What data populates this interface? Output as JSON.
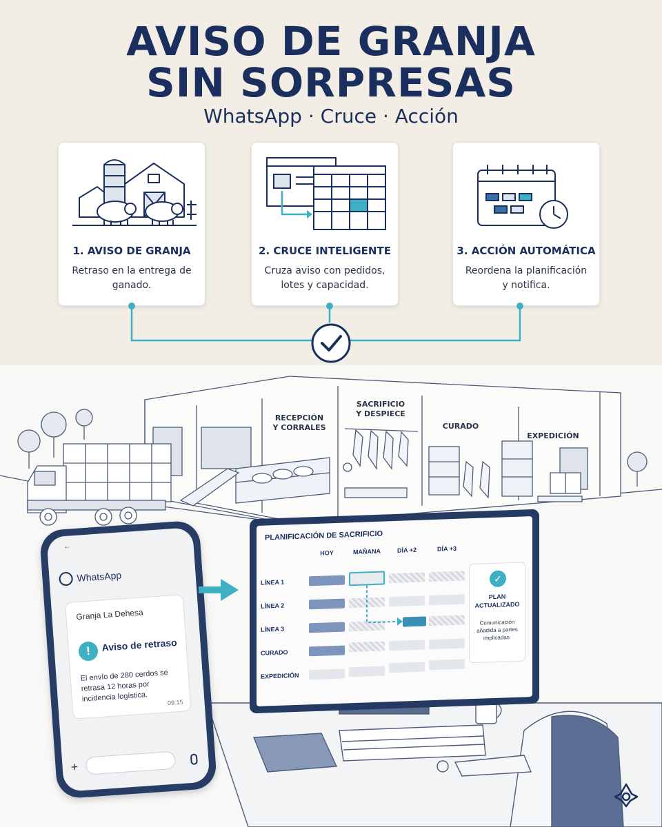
{
  "header": {
    "title_line1": "AVISO DE GRANJA",
    "title_line2": "SIN SORPRESAS",
    "subtitle": "WhatsApp · Cruce · Acción"
  },
  "steps": [
    {
      "title": "1. AVISO DE GRANJA",
      "description": "Retraso en la entrega de ganado.",
      "icon": "farm-icon"
    },
    {
      "title": "2. CRUCE INTELIGENTE",
      "description": "Cruza aviso con pedidos, lotes y capacidad.",
      "icon": "spreadsheet-icon"
    },
    {
      "title": "3. ACCIÓN AUTOMÁTICA",
      "description": "Reordena la planificación y notifica.",
      "icon": "calendar-clock-icon"
    }
  ],
  "plant_zones": [
    {
      "label": "RECEPCIÓN Y CORRALES"
    },
    {
      "label": "SACRIFICIO Y DESPIECE"
    },
    {
      "label": "CURADO"
    },
    {
      "label": "EXPEDICIÓN"
    }
  ],
  "phone": {
    "app_name": "WhatsApp",
    "sender": "Granja La Dehesa",
    "alert_title": "Aviso de retraso",
    "message": "El envío de 280 cerdos se retrasa 12 horas por incidencia logística.",
    "time": "09:15"
  },
  "planning": {
    "title": "PLANIFICACIÓN DE SACRIFICIO",
    "columns": [
      "HOY",
      "MAÑANA",
      "DÍA +2",
      "DÍA +3"
    ],
    "rows": [
      "LÍNEA 1",
      "LÍNEA 2",
      "LÍNEA 3",
      "CURADO",
      "EXPEDICIÓN"
    ],
    "status": "PLAN ACTUALIZADO",
    "note": "Comunicación añadida a partes implicadas."
  },
  "colors": {
    "navy": "#1b2f5e",
    "accent": "#3fb0c4",
    "bar_dark": "#7d94bd"
  }
}
